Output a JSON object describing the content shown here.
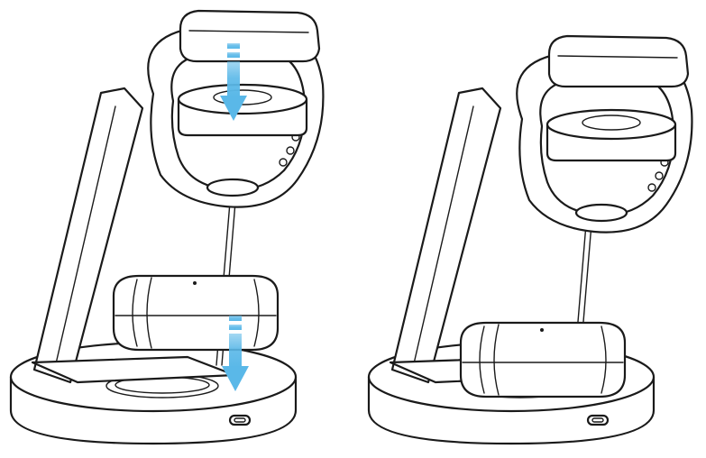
{
  "figure": {
    "panels": [
      {
        "id": "before",
        "state": "devices-lowering-onto-stand",
        "motion_arrows": 2
      },
      {
        "id": "after",
        "state": "devices-seated-on-stand",
        "motion_arrows": 0
      }
    ],
    "colors": {
      "line": "#1a1a1a",
      "fill": "#ffffff",
      "arrow": "#5ab8e8"
    },
    "icons": [
      "smartwatch-icon",
      "earbuds-case-icon",
      "charging-stand-icon",
      "usb-c-port-icon",
      "down-arrow-icon"
    ]
  }
}
